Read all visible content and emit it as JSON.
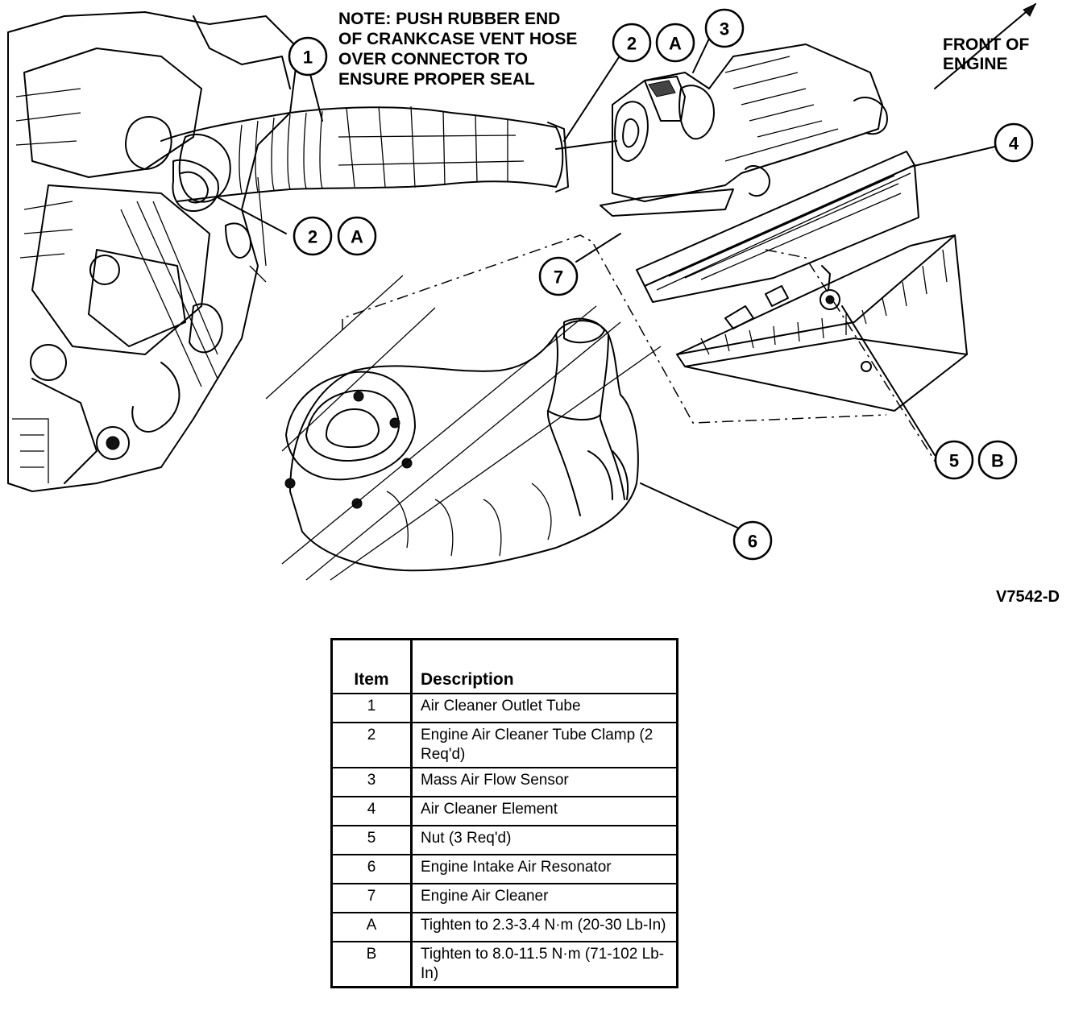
{
  "note": {
    "lines": [
      "NOTE: PUSH RUBBER END",
      "OF CRANKCASE VENT HOSE",
      "OVER CONNECTOR TO",
      "ENSURE PROPER SEAL"
    ]
  },
  "front_label": [
    "FRONT OF",
    "ENGINE"
  ],
  "reference_code": "V7542-D",
  "callouts": {
    "c1": "1",
    "c2_top": "2",
    "cA_top": "A",
    "c3": "3",
    "c4": "4",
    "c2_mid": "2",
    "cA_mid": "A",
    "c7": "7",
    "c5": "5",
    "cB": "B",
    "c6": "6"
  },
  "table": {
    "headers": {
      "item": "Item",
      "description": "Description"
    },
    "rows": [
      {
        "item": "1",
        "description": "Air Cleaner Outlet Tube"
      },
      {
        "item": "2",
        "description": "Engine Air Cleaner Tube Clamp (2 Req'd)"
      },
      {
        "item": "3",
        "description": "Mass Air Flow Sensor"
      },
      {
        "item": "4",
        "description": "Air Cleaner Element"
      },
      {
        "item": "5",
        "description": "Nut (3 Req'd)"
      },
      {
        "item": "6",
        "description": "Engine Intake Air Resonator"
      },
      {
        "item": "7",
        "description": "Engine Air Cleaner"
      },
      {
        "item": "A",
        "description": "Tighten to 2.3-3.4 N·m (20-30 Lb-In)"
      },
      {
        "item": "B",
        "description": "Tighten to 8.0-11.5 N·m (71-102 Lb-In)"
      }
    ]
  }
}
